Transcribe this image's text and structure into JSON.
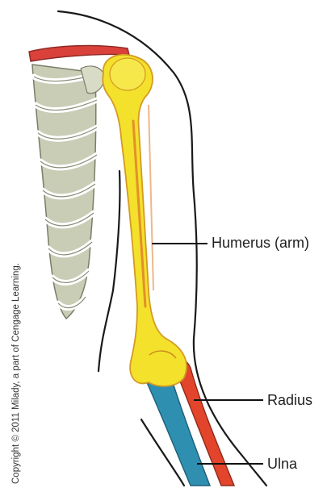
{
  "labels": {
    "humerus": "Humerus (arm)",
    "radius": "Radius",
    "ulna": "Ulna"
  },
  "copyright": "Copyright © 2011 Milady, a part of Cengage Learning.",
  "colors": {
    "humerus_fill": "#f3e12b",
    "humerus_edge": "#e07b2a",
    "radius_fill": "#e2452c",
    "ulna_fill": "#2f8fb0",
    "ribcage_fill": "#c9cdb6",
    "clavicle_fill": "#d9413a",
    "outline": "#1a1a1a"
  }
}
